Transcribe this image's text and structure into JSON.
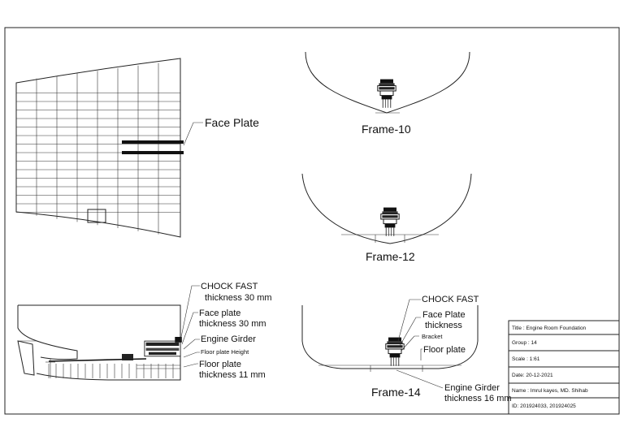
{
  "labels": {
    "face_plate": "Face Plate",
    "frame10": "Frame-10",
    "frame12": "Frame-12",
    "frame14": "Frame-14",
    "chock_fast_a": "CHOCK FAST",
    "chock_fast_a2": "thickness 30 mm",
    "face_plate_thk_a": "Face  plate",
    "face_plate_thk_a2": "thickness  30 mm",
    "engine_girder_a": "Engine Girder",
    "floor_plate_height": "Floor plate Height",
    "floor_plate_thk_a": "Floor plate",
    "floor_plate_thk_a2": "thickness 11 mm",
    "chock_fast_b": "CHOCK FAST",
    "face_plate_b": "Face Plate",
    "face_plate_b2": "thickness",
    "bracket": "Bracket",
    "floor_plate_b": "Floor plate",
    "engine_girder_b": "Engine Girder",
    "engine_girder_b2": "thickness 16 mm"
  },
  "title_block": {
    "title": "Title :   Engine Room Foundation",
    "group": "Group : 14",
    "scale": "Scale :  1:61",
    "date": "Date:   20-12-2021",
    "name": "Name : Imrul kayes, MD. Shihab",
    "id": "ID:      201924033, 201924025"
  }
}
